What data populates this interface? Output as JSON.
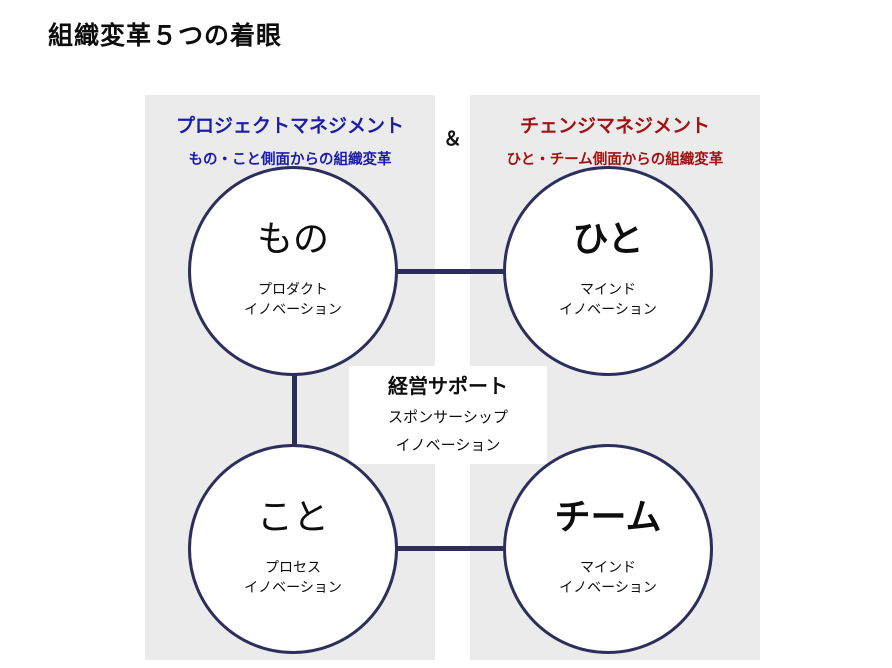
{
  "page": {
    "title": "組織変革５つの着眼"
  },
  "colors": {
    "panel_bg": "#ebebeb",
    "navy_line": "#2d2d5a",
    "circle_border": "#2e2e5c",
    "blue_text": "#1c1cab",
    "red_text": "#a31111"
  },
  "left_panel": {
    "title": "プロジェクトマネジメント",
    "subtitle": "もの・こと側面からの組織変革"
  },
  "right_panel": {
    "title": "チェンジマネジメント",
    "subtitle": "ひと・チーム側面からの組織変革"
  },
  "ampersand": "＆",
  "center": {
    "title": "経営サポート",
    "line1": "スポンサーシップ",
    "line2": "イノベーション"
  },
  "circles": [
    {
      "id": "mono",
      "label": "もの",
      "sub1": "プロダクト",
      "sub2": "イノベーション"
    },
    {
      "id": "hito",
      "label": "ひと",
      "sub1": "マインド",
      "sub2": "イノベーション"
    },
    {
      "id": "koto",
      "label": "こと",
      "sub1": "プロセス",
      "sub2": "イノベーション"
    },
    {
      "id": "team",
      "label": "チーム",
      "sub1": "マインド",
      "sub2": "イノベーション"
    }
  ]
}
